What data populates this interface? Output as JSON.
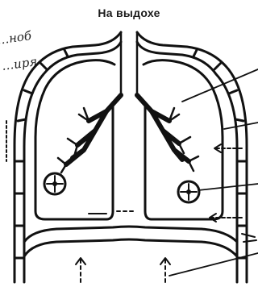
{
  "header": {
    "title": "На выдохе"
  },
  "handwritten": {
    "note_top": "…ноб",
    "note_second": "…иря"
  },
  "colors": {
    "ink": "#111111",
    "background": "#ffffff"
  }
}
